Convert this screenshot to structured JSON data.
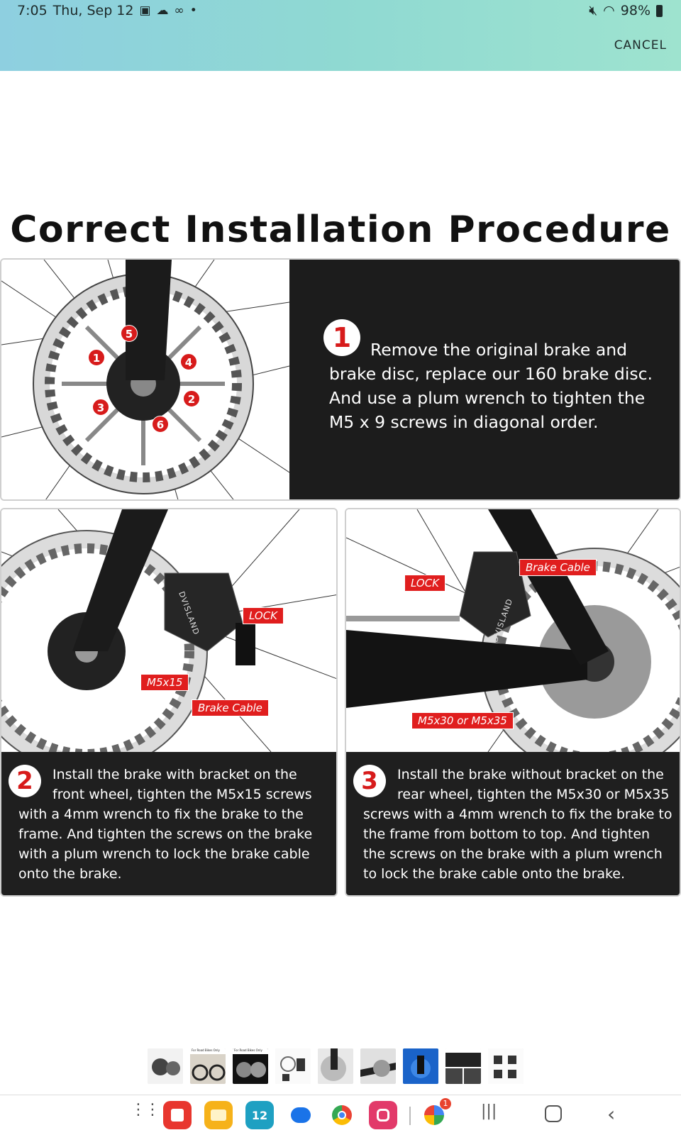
{
  "status_bar": {
    "time": "7:05",
    "date": "Thu, Sep 12",
    "battery": "98%"
  },
  "header": {
    "cancel_label": "CANCEL"
  },
  "image": {
    "heading": "Correct Installation Procedure",
    "step1": {
      "number": "1",
      "line1": "Remove the original brake and",
      "rest": "brake disc, replace our 160 brake disc. And use a plum wrench to tighten the M5 x 9 screws in diagonal order.",
      "markers": [
        "1",
        "2",
        "3",
        "4",
        "5",
        "6"
      ]
    },
    "step2": {
      "number": "2",
      "indent_lines": "Install the brake with bracket on the front wheel, tighten the M5x15 screws",
      "rest": "with a 4mm wrench to fix the brake to the frame.  And tighten the screws on the brake with a plum wrench to lock the brake cable onto the brake.",
      "tags": {
        "lock": "LOCK",
        "screw": "M5x15",
        "cable": "Brake Cable"
      },
      "brand": "DVISLAND"
    },
    "step3": {
      "number": "3",
      "indent_lines": "Install the brake without bracket on the rear wheel, tighten the M5x30 or M5x35",
      "rest": "screws with a 4mm wrench to fix the brake to the frame from bottom to top.  And tighten the screws on the brake with a plum wrench to lock the brake cable onto the brake.",
      "tags": {
        "lock": "LOCK",
        "screw": "M5x30 or M5x35",
        "cable": "Brake Cable"
      },
      "brand": "DVISLAND"
    }
  },
  "thumbnails": {
    "count": 9,
    "active_index": 7,
    "thumb_texts": [
      "For Road Bikes Only",
      "For Road Bikes Only"
    ]
  },
  "navbar": {
    "calendar_day": "12",
    "google_badge": "1",
    "apps": [
      "apps-grid-icon",
      "notes-app-icon",
      "files-app-icon",
      "calendar-app-icon",
      "messages-app-icon",
      "chrome-app-icon",
      "camera-app-icon",
      "google-app-icon"
    ],
    "colors": {
      "notes": "#e8362e",
      "files": "#f6b21a",
      "calendar": "#1ea0c2",
      "messages": "#1a73e8",
      "camera": "#e23a6a",
      "header_start": "#8ecfe0",
      "header_end": "#9ee3cf",
      "accent_red": "#e01e1e"
    }
  }
}
